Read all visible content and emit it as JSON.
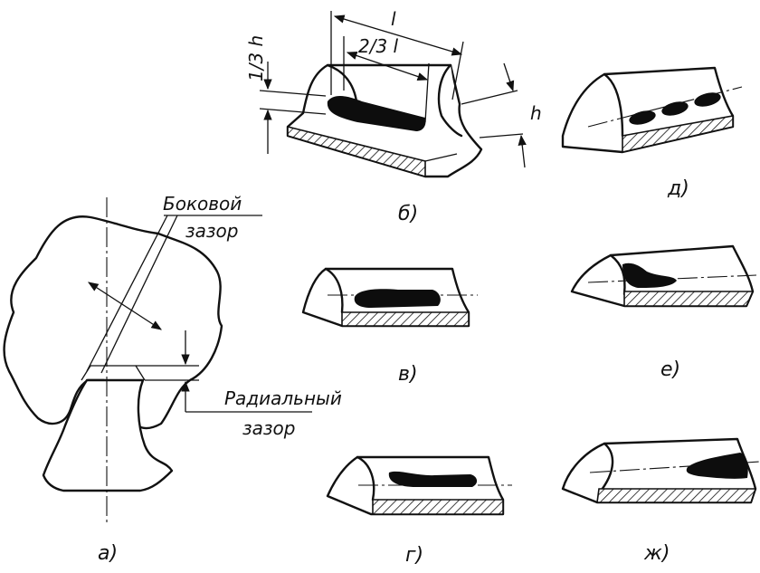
{
  "labels": {
    "a": "а)",
    "b": "б)",
    "v": "в)",
    "g": "г)",
    "d": "д)",
    "e": "е)",
    "zh": "ж)"
  },
  "annotations": {
    "side_clearance_line1": "Боковой",
    "side_clearance_line2": "зазор",
    "radial_clearance_line1": "Радиальный",
    "radial_clearance_line2": "зазор"
  },
  "dimensions": {
    "length": "l",
    "two_thirds_length": "2/3 l",
    "one_third_height": "1/3 h",
    "height": "h"
  },
  "colors": {
    "ink": "#111111",
    "background": "#ffffff"
  }
}
